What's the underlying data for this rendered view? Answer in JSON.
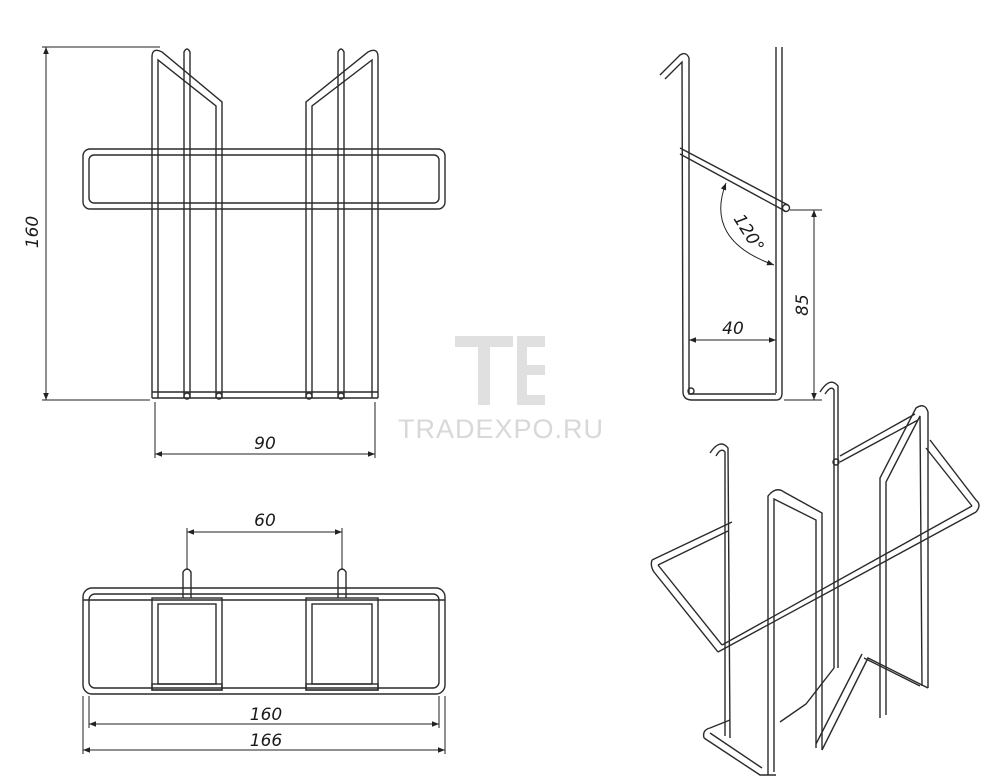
{
  "drawing": {
    "front_view": {
      "height_dim": "160",
      "width_dim": "90"
    },
    "top_view": {
      "hook_spacing_dim": "60",
      "inner_width_dim": "160",
      "outer_width_dim": "166"
    },
    "side_view": {
      "angle_dim": "120°",
      "depth_dim": "40",
      "height_dim": "85"
    },
    "watermark": {
      "logo_letters": "TE",
      "text": "TRADEXPO.RU"
    }
  }
}
